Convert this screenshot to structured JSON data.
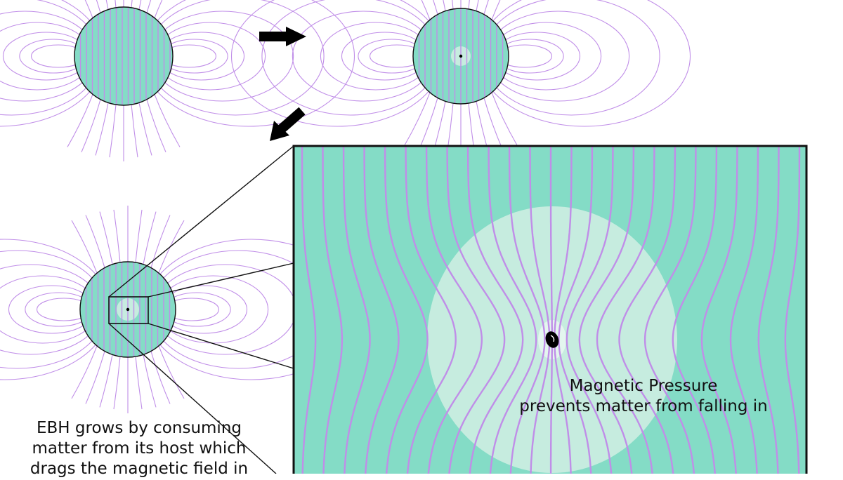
{
  "colors": {
    "star_fill": "#84dcc6",
    "field_line": "#c08ee8",
    "cavity_fill": "#c6ecdf",
    "outline": "#111111",
    "arrow": "#000000",
    "background": "#ffffff",
    "text": "#111111"
  },
  "stages": [
    {
      "id": "host-star",
      "has_black_hole": false
    },
    {
      "id": "star-with-black-hole",
      "has_black_hole": true
    },
    {
      "id": "growing-black-hole",
      "has_black_hole": true
    }
  ],
  "captions": {
    "growth_line1": "EBH grows by consuming",
    "growth_line2": "matter from its host which",
    "growth_line3": "drags the magnetic field in",
    "pressure_line1": "Magnetic Pressure",
    "pressure_line2": "prevents matter from falling in"
  }
}
